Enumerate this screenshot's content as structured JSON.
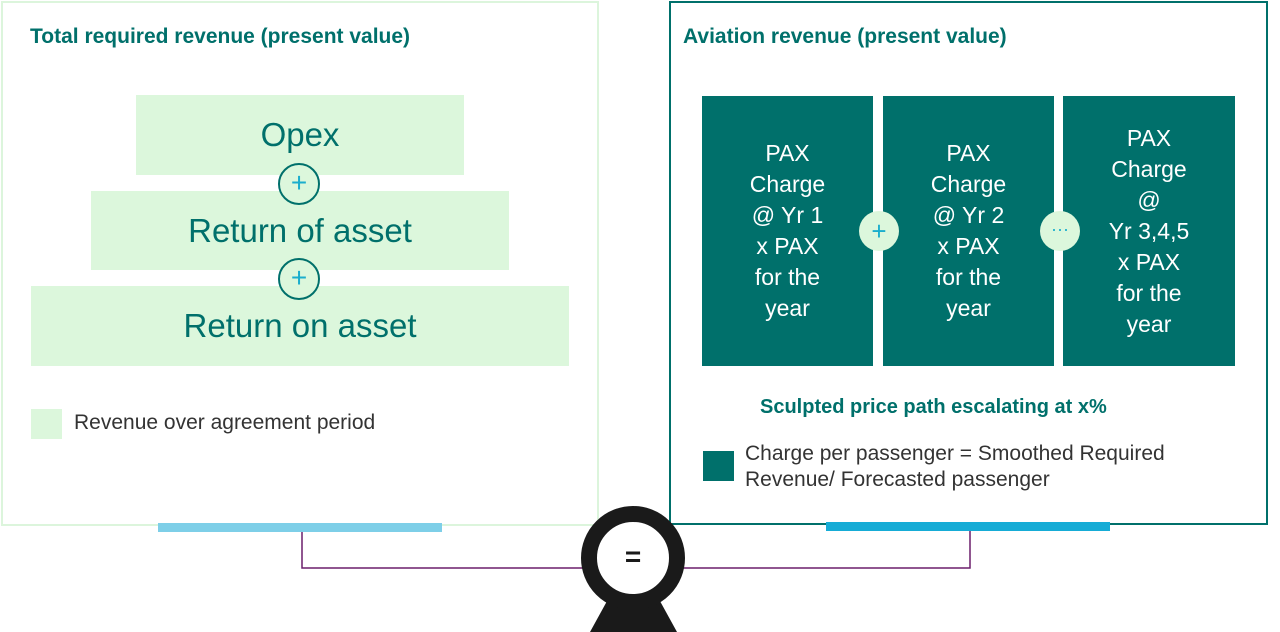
{
  "left_panel": {
    "title": "Total required revenue (present value)",
    "boxes": [
      "Opex",
      "Return of asset",
      "Return on asset"
    ],
    "operators": [
      "+",
      "+"
    ],
    "legend": "Revenue over agreement period"
  },
  "right_panel": {
    "title": "Aviation revenue (present value)",
    "boxes": [
      "PAX\nCharge\n@ Yr 1\nx PAX\nfor the\nyear",
      "PAX\nCharge\n@ Yr 2\nx PAX\nfor the\nyear",
      "PAX\nCharge\n@\nYr 3,4,5\nx PAX\nfor the\nyear"
    ],
    "operators": [
      "+",
      "···"
    ],
    "subtitle": "Sculpted price path escalating at x%",
    "legend": "Charge per passenger = Smoothed Required Revenue/ Forecasted passenger"
  },
  "balance": {
    "symbol": "="
  },
  "colors": {
    "teal": "#00706b",
    "light_green": "#dcf7dc",
    "light_blue": "#7ecfe8",
    "blue": "#16acd6",
    "connector": "#6b1f6b"
  },
  "icons": [
    "plus-icon",
    "ellipsis-icon",
    "equals-icon",
    "scale-stand-icon"
  ]
}
